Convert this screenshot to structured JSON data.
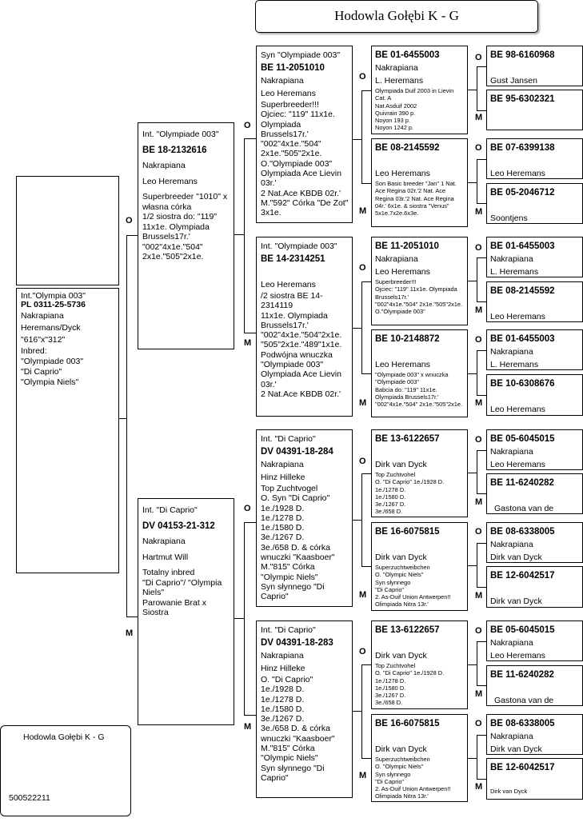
{
  "header": {
    "title": "Hodowla Gołębi K - G"
  },
  "footer": {
    "breeder": "Hodowla Gołębi K - G",
    "id": "500522211"
  },
  "marks": {
    "o": "O",
    "m": "M"
  },
  "gen1": {
    "subject": {
      "lines": [
        "Int.\"Olympia 003\"",
        "PL 0311-25-5736",
        "Nakrapiana",
        "Heremans/Dyck",
        "\"616\"x\"312\"",
        "Inbred:",
        "\"Olympiade 003\"",
        "\"Di Caprio\"",
        "\"Olympia Niels\""
      ]
    }
  },
  "gen2": {
    "father": {
      "name": "Int. \"Olympiade 003\"",
      "ring": "BE 18-2132616",
      "color": "Nakrapiana",
      "breeder": "Leo Heremans",
      "notes": "Superbreeder \"1010\" x własna córka\n1/2 siostra do: \"119\" 11x1e. Olympiada Brussels17r.'\n\"002\"4x1e.\"504\" 2x1e.\"505\"2x1e."
    },
    "mother": {
      "name": "Int. \"Di Caprio\"",
      "ring": "DV 04153-21-312",
      "color": "Nakrapiana",
      "breeder": "Hartmut Will",
      "notes": "Totalny inbred\n \"Di Caprio\"/ \"Olympia Niels\"\nParowanie Brat x Siostra"
    }
  },
  "gen3": {
    "ff": {
      "name": "Syn \"Olympiade 003\"",
      "ring": "BE 11-2051010",
      "color": "Nakrapiana",
      "breeder": "Leo Heremans",
      "notes": "Superbreeder!!!\nOjciec: \"119\" 11x1e. Olympiada Brussels17r.'\n\"002\"4x1e.\"504\" 2x1e.\"505\"2x1e.\nO.\"Olympiade 003\" Olympiada Ace Lievin 03r.'\n2 Nat.Ace KBDB 02r.'\nM.\"592\" Córka \"De Zot\" 3x1e."
    },
    "fm": {
      "name": "Int. \"Olympiade 003\"",
      "ring": "BE 14-2314251",
      "color": "",
      "breeder": "Leo Heremans",
      "notes": "/2 siostra BE 14-2314119\n11x1e. Olympiada Brussels17r.'\n\"002\"4x1e.\"504\"2x1e. \"505\"2x1e.\"489\"1x1e.\nPodwójna wnuczka \"Olympiade 003\" Olympiada Ace Lievin 03r.'\n2 Nat.Ace KBDB 02r.'"
    },
    "mf": {
      "name": "Int.  \"Di Caprio\"",
      "ring": "DV 04391-18-284",
      "color": "Nakrapiana",
      "breeder": "Hinz Hilleke",
      "notes": "Top Zuchtvogel\nO. Syn \"Di Caprio\"\n1e./1928 D.\n1e./1278 D.\n1e./1580 D.\n3e./1267 D.\n3e./658 D. & córka wnuczki \"Kaasboer\"\nM.\"815\" Córka \"Olympic Niels\"\n Syn słynnego \"Di Caprio\""
    },
    "mm": {
      "name": "Int.  \"Di Caprio\"",
      "ring": "DV 04391-18-283",
      "color": "Nakrapiana",
      "breeder": "Hinz Hilleke",
      "notes": "O. \"Di Caprio\"\n1e./1928 D.\n1e./1278 D.\n1e./1580 D.\n3e./1267 D.\n3e./658 D. & córka wnuczki \"Kaasboer\"\nM.\"815\" Córka \"Olympic Niels\"\n Syn słynnego \"Di Caprio\""
    }
  },
  "gen4": {
    "fff": {
      "ring": "BE 01-6455003",
      "color": "Nakrapiana",
      "breeder": "L. Heremans",
      "notes": "Olympiada Duif 2003 in Lievin Cat. A\nNat Asduif 2002\nQuivrain 390 p.\nNoyon 193 p.\nNoyon 1242 p."
    },
    "ffm": {
      "ring": "BE 08-2145592",
      "color": "",
      "breeder": "Leo Heremans",
      "notes": "Son Basic breeder \"Jan\" 1 Nat. Ace Regina 02r.'2 Nat. Ace Regina 03r.'2 Nat. Ace Regina 04r.' 6x1e. & siostra \"Venus\" 5x1e.7x2e.6x3e."
    },
    "fmf": {
      "ring": "BE 11-2051010",
      "color": "Nakrapiana",
      "breeder": "Leo Heremans",
      "notes": "Superbreeder!!!\nOjciec: \"119\" 11x1e. Olympiada Brussels17r.'\n\"002\"4x1e.\"504\" 2x1e.\"505\"2x1e.\nO.\"Olympiade 003\""
    },
    "fmm": {
      "ring": "BE 10-2148872",
      "color": "",
      "breeder": "Leo Heremans",
      "notes": "\"Olympiade 003\" x wnuczka \"Olympiade 003\"\nBabcia do: \"119\" 11x1e. Olympiada Brussels17r.'\n\"002\"4x1e.\"504\" 2x1e.\"505\"2x1e."
    },
    "mff": {
      "ring": "BE 13-6122657",
      "color": "",
      "breeder": "Dirk van Dyck",
      "notes": "Top Zuchtvohel\nO. \"Di Caprio\" 1e./1928 D.\n1e./1278 D.\n1e./1580 D.\n3e./1267 D.\n3e./658 D."
    },
    "mfm": {
      "ring": "BE 16-6075815",
      "color": "",
      "breeder": "Dirk van Dyck",
      "notes": "Superzuchtweibchen\nO.   \"Olympic Niels\"\n Syn słynnego\n \"Di Caprio\"\n2. As-Duif Union Antwerpen!!\nOlimpiada Nitra 13r.'"
    },
    "mmf": {
      "ring": "BE 13-6122657",
      "color": "",
      "breeder": "Dirk van Dyck",
      "notes": "Top Zuchtvohel\nO. \"Di Caprio\" 1e./1928 D.\n1e./1278 D.\n1e./1580 D.\n3e./1267 D.\n3e./658 D."
    },
    "mmm": {
      "ring": "BE 16-6075815",
      "color": "",
      "breeder": "Dirk van Dyck",
      "notes": "Superzuchtweibchen\nO.   \"Olympic Niels\"\n Syn słynnego\n \"Di Caprio\"\n2. As-Duif Union Antwerpen!!\nOlimpiada Nitra 13r.'"
    }
  },
  "gen5": {
    "ffff": {
      "ring": "BE 98-6160968",
      "color": "",
      "breeder": "Gust Jansen"
    },
    "fffm": {
      "ring": "BE 95-6302321",
      "color": "",
      "breeder": ""
    },
    "ffmf": {
      "ring": "BE 07-6399138",
      "color": "",
      "breeder": "Leo Heremans"
    },
    "ffmm": {
      "ring": "BE 05-2046712",
      "color": "",
      "breeder": "Soontjens"
    },
    "fmff": {
      "ring": "BE 01-6455003",
      "color": "Nakrapiana",
      "breeder": "L. Heremans"
    },
    "fmfm": {
      "ring": "BE 08-2145592",
      "color": "",
      "breeder": "Leo Heremans"
    },
    "fmmf": {
      "ring": "BE 01-6455003",
      "color": "Nakrapiana",
      "breeder": "L. Heremans"
    },
    "fmmm": {
      "ring": "BE 10-6308676",
      "color": "",
      "breeder": "Leo Heremans"
    },
    "mfff": {
      "ring": "BE 05-6045015",
      "color": "Nakrapiana",
      "breeder": "Leo Heremans"
    },
    "mffm": {
      "ring": "BE 11-6240282",
      "color": "",
      "breeder": "Gastona van de"
    },
    "mfmf": {
      "ring": "BE 08-6338005",
      "color": "Nakrapiana",
      "breeder": "Dirk van Dyck"
    },
    "mfmm": {
      "ring": "BE 12-6042517",
      "color": "",
      "breeder": "Dirk van Dyck"
    },
    "mmff": {
      "ring": "BE 05-6045015",
      "color": "Nakrapiana",
      "breeder": "Leo Heremans"
    },
    "mmfm": {
      "ring": "BE 11-6240282",
      "color": "",
      "breeder": "Gastona van de"
    },
    "mmmf": {
      "ring": "BE 08-6338005",
      "color": "Nakrapiana",
      "breeder": "Dirk van Dyck"
    },
    "mmmm": {
      "ring": "BE 12-6042517",
      "color": "",
      "breeder": "Dirk van Dyck"
    }
  }
}
